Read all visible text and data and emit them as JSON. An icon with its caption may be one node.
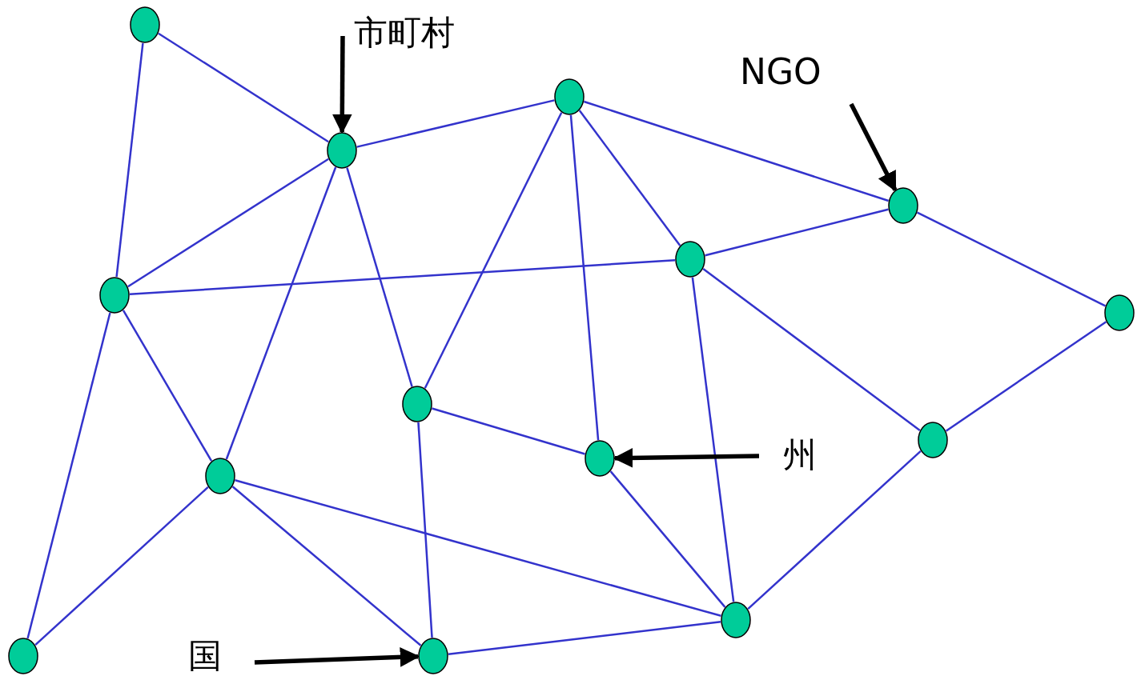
{
  "diagram": {
    "nodes": [
      {
        "text": [],
        "shape": "circle"
      },
      {
        "text": [
          "市町村"
        ]
      },
      {
        "text": [
          "NGO"
        ]
      },
      {
        "text": [],
        "shape": "circle"
      },
      {
        "text": [],
        "shape": "circle"
      },
      {
        "text": [],
        "shape": "circle"
      },
      {
        "text": [],
        "shape": "circle"
      },
      {
        "text": [],
        "shape": "circle"
      },
      {
        "text": [],
        "shape": "circle"
      },
      {
        "text": [],
        "shape": "circle"
      },
      {
        "text": [],
        "shape": "circle"
      },
      {
        "text": [
          "州"
        ]
      },
      {
        "text": [],
        "shape": "circle"
      },
      {
        "text": [],
        "shape": "circle"
      },
      {
        "text": [],
        "shape": "circle"
      },
      {
        "text": [],
        "shape": "circle"
      },
      {
        "text": [
          "国"
        ]
      },
      {
        "text": [],
        "shape": "circle"
      }
    ],
    "edges": [
      {
        "from": 0,
        "to": 4,
        "arrow": "none"
      },
      {
        "from": 0,
        "to": 7,
        "arrow": "none"
      },
      {
        "from": 4,
        "to": 3,
        "arrow": "none"
      },
      {
        "from": 4,
        "to": 7,
        "arrow": "none"
      },
      {
        "from": 4,
        "to": 13,
        "arrow": "none"
      },
      {
        "from": 4,
        "to": 9,
        "arrow": "none"
      },
      {
        "from": 3,
        "to": 9,
        "arrow": "none"
      },
      {
        "from": 3,
        "to": 12,
        "arrow": "none"
      },
      {
        "from": 3,
        "to": 6,
        "arrow": "none"
      },
      {
        "from": 3,
        "to": 5,
        "arrow": "none"
      },
      {
        "from": 5,
        "to": 6,
        "arrow": "none"
      },
      {
        "from": 5,
        "to": 8,
        "arrow": "none"
      },
      {
        "from": 6,
        "to": 7,
        "arrow": "none"
      },
      {
        "from": 6,
        "to": 14,
        "arrow": "none"
      },
      {
        "from": 6,
        "to": 10,
        "arrow": "none"
      },
      {
        "from": 8,
        "to": 10,
        "arrow": "none"
      },
      {
        "from": 9,
        "to": 12,
        "arrow": "none"
      },
      {
        "from": 9,
        "to": 17,
        "arrow": "none"
      },
      {
        "from": 12,
        "to": 14,
        "arrow": "none"
      },
      {
        "from": 7,
        "to": 13,
        "arrow": "none"
      },
      {
        "from": 13,
        "to": 15,
        "arrow": "none"
      },
      {
        "from": 13,
        "to": 17,
        "arrow": "none"
      },
      {
        "from": 13,
        "to": 14,
        "arrow": "none"
      },
      {
        "from": 7,
        "to": 15,
        "arrow": "none"
      },
      {
        "from": 17,
        "to": 14,
        "arrow": "none"
      },
      {
        "from": 14,
        "to": 10,
        "arrow": "none"
      },
      {
        "from": 1,
        "to": 4,
        "arrow": "to",
        "style": "thick",
        "color": "#000000"
      },
      {
        "from": 2,
        "to": 5,
        "arrow": "to",
        "style": "thick",
        "color": "#000000"
      },
      {
        "from": 11,
        "to": 12,
        "arrow": "to",
        "style": "thick",
        "color": "#000000"
      },
      {
        "from": 16,
        "to": 17,
        "arrow": "to",
        "style": "thick",
        "color": "#000000"
      }
    ]
  }
}
